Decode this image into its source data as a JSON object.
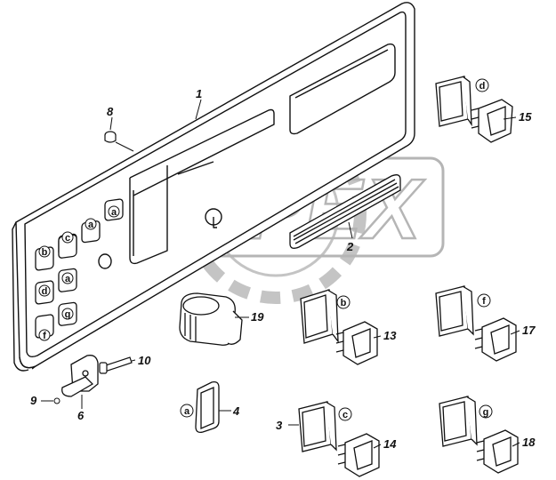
{
  "watermark": "OPEX",
  "part_numbers": {
    "p1": "1",
    "p2": "2",
    "p3": "3",
    "p4": "4",
    "p6": "6",
    "p8": "8",
    "p9": "9",
    "p10": "10",
    "p13": "13",
    "p14": "14",
    "p15": "15",
    "p17": "17",
    "p18": "18",
    "p19": "19"
  },
  "panel_letters": {
    "row1_a": "a",
    "row2_a": "a",
    "row2_c": "c",
    "row3_b": "b",
    "row4_d": "d",
    "row4_a": "a",
    "row5_f": "f",
    "row5_g": "g"
  },
  "callout_letters": {
    "d": "d",
    "b": "b",
    "f": "f",
    "a": "a",
    "c": "c",
    "g": "g"
  },
  "colors": {
    "line": "#111111",
    "watermark": "#b5b5b5"
  }
}
